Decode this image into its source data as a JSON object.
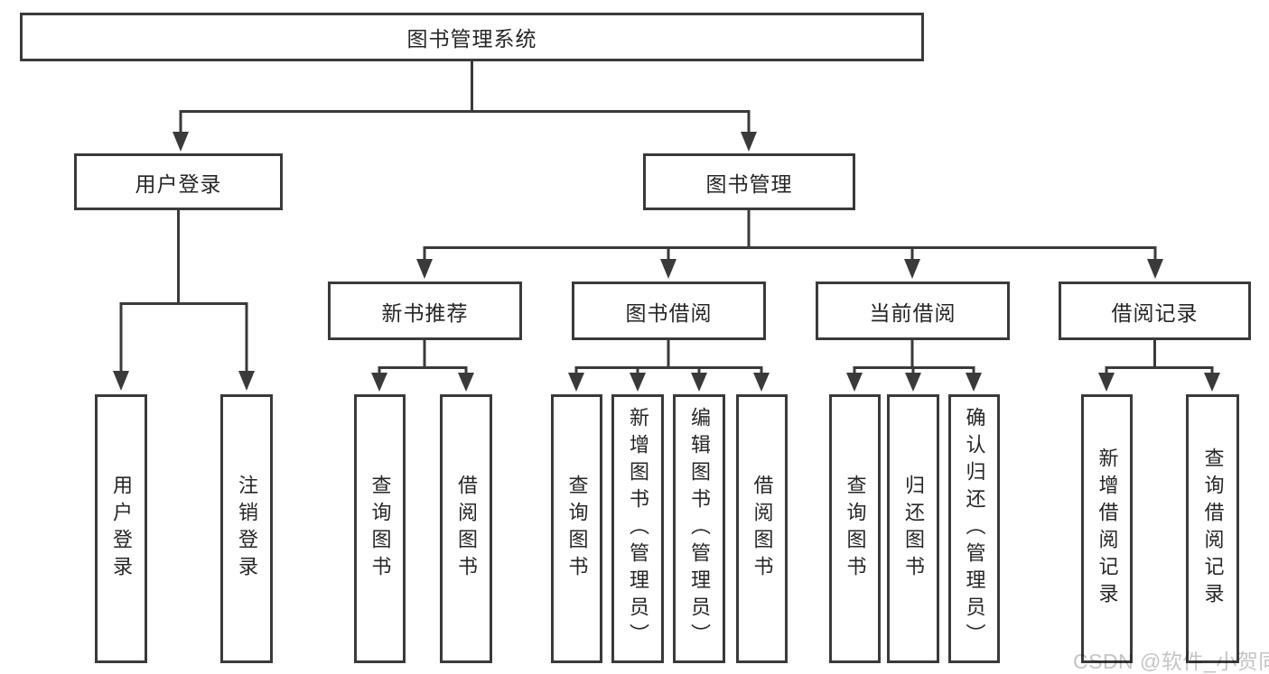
{
  "diagram": {
    "type": "functional-structure-tree",
    "colors": {
      "line": "#3a3a3a",
      "box_border": "#3a3a3a",
      "box_fill": "#ffffff",
      "text": "#262626",
      "watermark": "#c4c4c4",
      "background": "#ffffff"
    },
    "watermark": "CSDN @软件_小贺同学",
    "tree": {
      "root": {
        "label": "图书管理系统",
        "children": [
          {
            "label": "用户登录",
            "children": [
              {
                "label": "用户登录"
              },
              {
                "label": "注销登录"
              }
            ]
          },
          {
            "label": "图书管理",
            "children": [
              {
                "label": "新书推荐",
                "children": [
                  {
                    "label": "查询图书"
                  },
                  {
                    "label": "借阅图书"
                  }
                ]
              },
              {
                "label": "图书借阅",
                "children": [
                  {
                    "label": "查询图书"
                  },
                  {
                    "label": "新增图书（管理员）"
                  },
                  {
                    "label": "编辑图书（管理员）"
                  },
                  {
                    "label": "借阅图书"
                  }
                ]
              },
              {
                "label": "当前借阅",
                "children": [
                  {
                    "label": "查询图书"
                  },
                  {
                    "label": "归还图书"
                  },
                  {
                    "label": "确认归还（管理员）"
                  }
                ]
              },
              {
                "label": "借阅记录",
                "children": [
                  {
                    "label": "新增借阅记录"
                  },
                  {
                    "label": "查询借阅记录"
                  }
                ]
              }
            ]
          }
        ]
      }
    }
  }
}
